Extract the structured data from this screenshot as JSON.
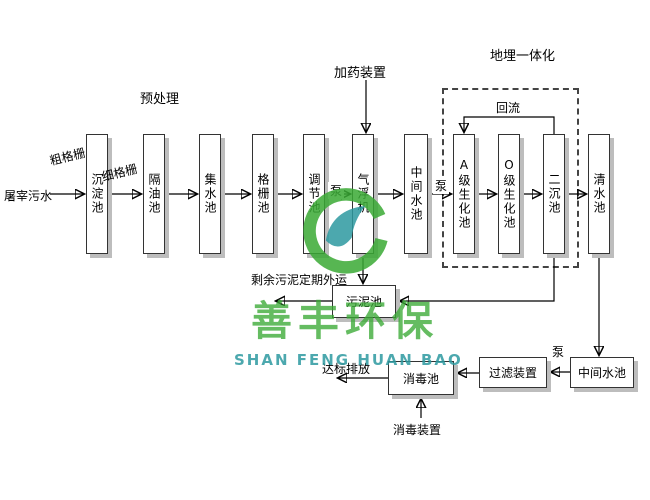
{
  "flow": {
    "influent": "屠宰污水",
    "coarse_screen": "粗格栅",
    "fine_screen": "细格栅",
    "pretreatment": "预处理",
    "dosing_device": "加药装置",
    "buried_integrated": "地埋一体化",
    "reflux": "回流",
    "pump": "泵",
    "sludge_out": "剩余污泥定期外运",
    "discharge": "达标排放",
    "disinfection_device": "消毒装置"
  },
  "tanks": [
    {
      "label": "沉淀池"
    },
    {
      "label": "隔油池"
    },
    {
      "label": "集水池"
    },
    {
      "label": "格栅池"
    },
    {
      "label": "调节池"
    },
    {
      "label": "气浮机"
    },
    {
      "label": "中间水池"
    },
    {
      "label": "A级生化池"
    },
    {
      "label": "O级生化池"
    },
    {
      "label": "二沉池"
    },
    {
      "label": "清水池"
    }
  ],
  "lower_boxes": {
    "sludge_tank": "污泥池",
    "disinfection_tank": "消毒池",
    "filter_device": "过滤装置",
    "intermediate_tank": "中间水池"
  },
  "watermark": {
    "cn": "善丰环保",
    "en": "SHAN FENG HUAN BAO"
  },
  "colors": {
    "brand_green": "#3aaa35",
    "brand_teal": "#2d9aa0",
    "line": "#000000",
    "box_shadow": "#bdbdbd"
  }
}
